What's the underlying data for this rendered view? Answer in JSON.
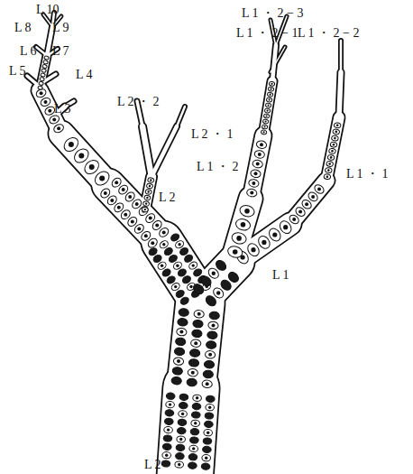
{
  "diagram": {
    "labels": [
      "L 10",
      "L 8",
      "L 9",
      "L 1 ・ 2 − 3",
      "L 1 ・ 2 − 1",
      "L 1 ・ 2 − 2",
      "L 6",
      "L 7",
      "L 5",
      "L 4",
      "L 3",
      "L 2 ・ 2",
      "L 2 ・ 1",
      "L 1 ・ 2",
      "L 1 ・ 1",
      "L 2",
      "L 1",
      "L 2"
    ]
  }
}
